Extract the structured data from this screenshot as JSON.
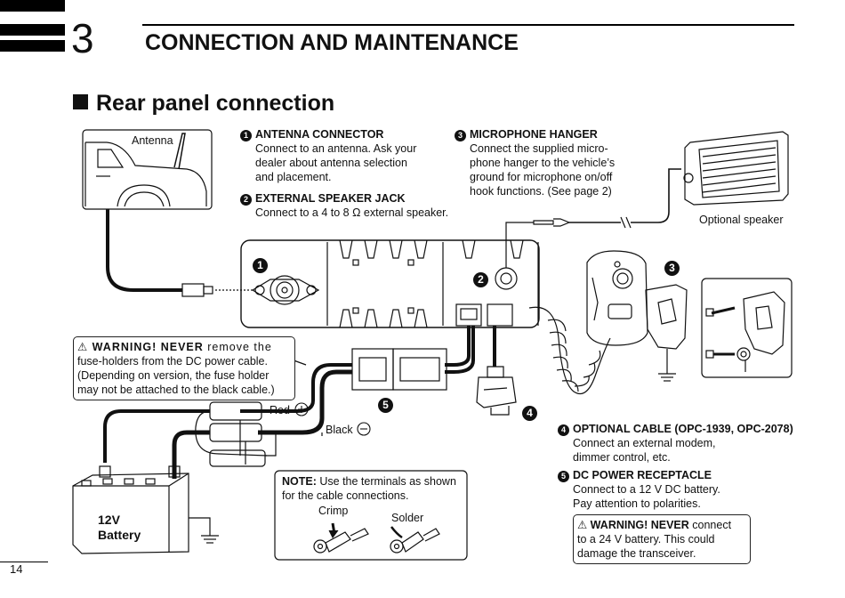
{
  "chapter": {
    "number": "3",
    "title": "CONNECTION AND MAINTENANCE"
  },
  "section": {
    "title": "Rear panel connection"
  },
  "labels": {
    "antenna": "Antenna",
    "optional_speaker": "Optional speaker",
    "red": "Red",
    "black": "Black",
    "battery_line1": "12V",
    "battery_line2": "Battery",
    "crimp": "Crimp",
    "solder": "Solder"
  },
  "callout_numbers": {
    "n1": "1",
    "n2": "2",
    "n3": "3",
    "n4": "4",
    "n5": "5"
  },
  "items": [
    {
      "num": "1",
      "heading": "ANTENNA CONNECTOR",
      "lines": [
        "Connect to an antenna. Ask your",
        "dealer about antenna selection",
        "and placement."
      ]
    },
    {
      "num": "2",
      "heading": "EXTERNAL SPEAKER JACK",
      "lines": [
        "Connect to a 4 to 8 Ω external speaker."
      ]
    },
    {
      "num": "3",
      "heading": "MICROPHONE HANGER",
      "lines": [
        "Connect the supplied micro-",
        "phone hanger to the vehicle’s",
        "ground for microphone on/off",
        "hook functions. (See page 2)"
      ]
    },
    {
      "num": "4",
      "heading": "OPTIONAL CABLE (OPC-1939, OPC-2078)",
      "lines": [
        "Connect an external modem,",
        "dimmer control, etc."
      ]
    },
    {
      "num": "5",
      "heading": "DC POWER RECEPTACLE",
      "lines": [
        "Connect to a 12 V DC battery.",
        "Pay attention to polarities."
      ]
    }
  ],
  "warning_fuse": {
    "lead": "⚠ WARNING! NEVER",
    "rest": " remove the",
    "lines": [
      "fuse-holders from the DC power cable.",
      "(Depending on version, the fuse holder",
      "may not be attached to the black cable.)"
    ]
  },
  "note": {
    "lead": "NOTE:",
    "rest": " Use the terminals as shown",
    "line2": "for the cable connections."
  },
  "warning_24v": {
    "lead": "⚠ WARNING! NEVER",
    "rest": " connect",
    "lines": [
      "to a 24 V battery. This could",
      "damage the transceiver."
    ]
  },
  "page_number": "14"
}
